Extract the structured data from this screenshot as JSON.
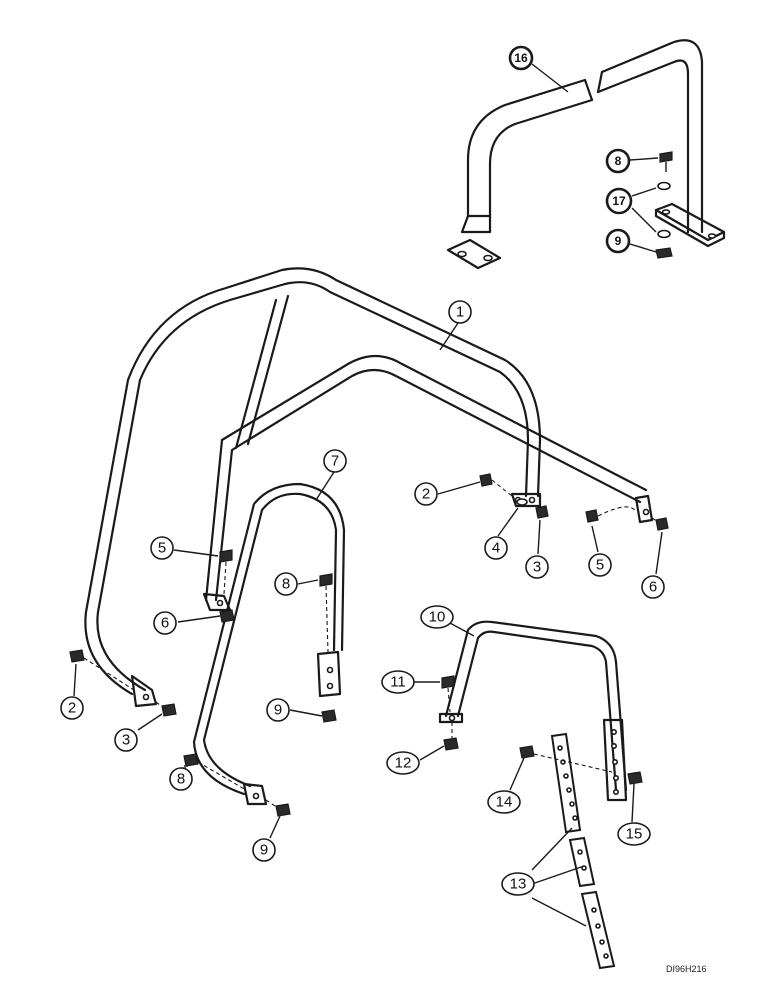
{
  "callouts": {
    "c1": "1",
    "c2a": "2",
    "c2b": "2",
    "c3a": "3",
    "c3b": "3",
    "c4": "4",
    "c5a": "5",
    "c5b": "5",
    "c6a": "6",
    "c6b": "6",
    "c7": "7",
    "c8a": "8",
    "c8b": "8",
    "c8c": "8",
    "c9a": "9",
    "c9b": "9",
    "c9c": "9",
    "c10": "10",
    "c11": "11",
    "c12": "12",
    "c13": "13",
    "c14": "14",
    "c15": "15",
    "c16": "16",
    "c17": "17"
  },
  "drawing_code": "DI96H216"
}
